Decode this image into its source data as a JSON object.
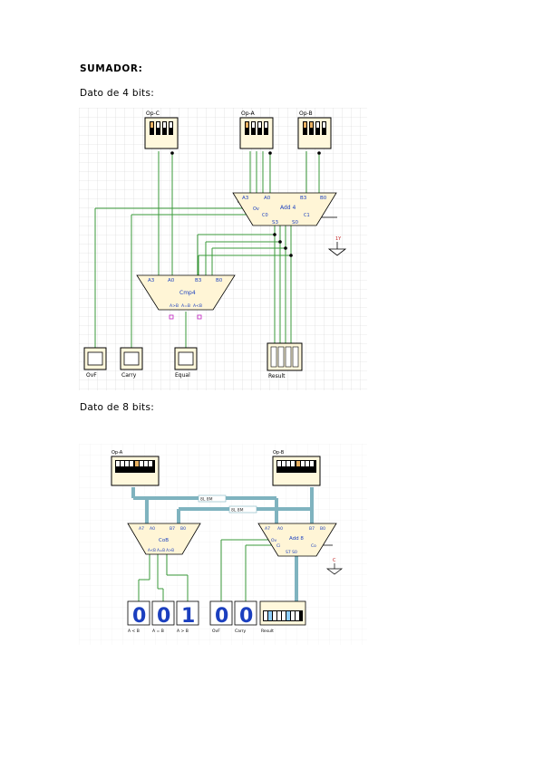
{
  "heading": "SUMADOR:",
  "sections": [
    {
      "caption": "Dato de 4 bits:",
      "labels": {
        "op_c": "Op-C",
        "op_a": "Op-A",
        "op_b": "Op-B",
        "adder": "Add 4",
        "adder_a3": "A3",
        "adder_a0": "A0",
        "adder_b3": "B3",
        "adder_b0": "B0",
        "adder_ov": "Ov",
        "adder_c0": "C0",
        "adder_s3": "S3",
        "adder_s0": "S0",
        "adder_c1": "C1",
        "comparator": "Cmp4",
        "cmp_a3": "A3",
        "cmp_a0": "A0",
        "cmp_b3": "B3",
        "cmp_b0": "B0",
        "cmp_out1": "A>B",
        "cmp_out2": "A=B",
        "cmp_out3": "A<B",
        "ground": "1Y",
        "out_ovf": "OvF",
        "out_carry": "Carry",
        "out_equal": "Equal",
        "out_result": "Result"
      }
    },
    {
      "caption": "Dato de 8 bits:",
      "labels": {
        "op_a": "Op-A",
        "op_b": "Op-B",
        "bus1": "8L 8M",
        "bus2": "8L 8M",
        "comparator": "CoB",
        "cmp_a7": "A7",
        "cmp_a0": "A0",
        "cmp_b7": "B7",
        "cmp_b0": "B0",
        "cmp_outs": "A<B A=B A>B",
        "adder": "Add 8",
        "adder_a7": "A7",
        "adder_a0": "A0",
        "adder_b7": "B7",
        "adder_b0": "B0",
        "adder_ov": "Ov",
        "adder_ci": "Ci",
        "adder_co": "Co",
        "adder_s": "S7  S0",
        "ground": "C",
        "disp_lt": "A < B",
        "disp_eq": "A = B",
        "disp_gt": "A > B",
        "disp_ovf": "OvF",
        "disp_carry": "Carry",
        "disp_result": "Result",
        "val_lt": "0",
        "val_eq": "0",
        "val_gt": "1",
        "val_ovf": "0",
        "val_carry": "0"
      }
    }
  ],
  "colors": {
    "wire": "#3a9a3a",
    "grid": "#cfcfcf",
    "block_fill": "#fff5d6",
    "bus": "#7fb3bf",
    "digit": "#1b3fbf"
  }
}
